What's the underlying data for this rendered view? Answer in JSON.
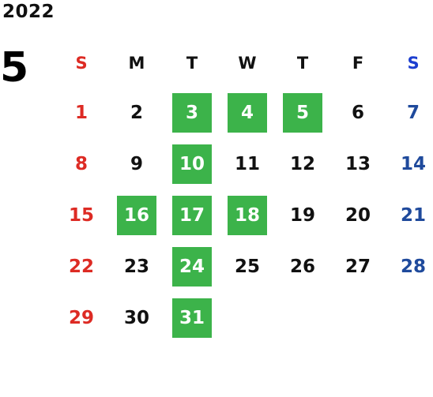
{
  "year": "2022",
  "month": "5",
  "weekdays": [
    "S",
    "M",
    "T",
    "W",
    "T",
    "F",
    "S"
  ],
  "highlight_color": "#3cb34a",
  "sunday_color": "#dd2b24",
  "saturday_color": "#1f4a9c",
  "weeks": [
    [
      {
        "d": "1"
      },
      {
        "d": "2"
      },
      {
        "d": "3",
        "hl": true
      },
      {
        "d": "4",
        "hl": true
      },
      {
        "d": "5",
        "hl": true
      },
      {
        "d": "6"
      },
      {
        "d": "7"
      }
    ],
    [
      {
        "d": "8"
      },
      {
        "d": "9"
      },
      {
        "d": "10",
        "hl": true
      },
      {
        "d": "11"
      },
      {
        "d": "12"
      },
      {
        "d": "13"
      },
      {
        "d": "14"
      }
    ],
    [
      {
        "d": "15"
      },
      {
        "d": "16",
        "hl": true
      },
      {
        "d": "17",
        "hl": true
      },
      {
        "d": "18",
        "hl": true
      },
      {
        "d": "19"
      },
      {
        "d": "20"
      },
      {
        "d": "21"
      }
    ],
    [
      {
        "d": "22"
      },
      {
        "d": "23"
      },
      {
        "d": "24",
        "hl": true
      },
      {
        "d": "25"
      },
      {
        "d": "26"
      },
      {
        "d": "27"
      },
      {
        "d": "28"
      }
    ],
    [
      {
        "d": "29"
      },
      {
        "d": "30"
      },
      {
        "d": "31",
        "hl": true
      },
      null,
      null,
      null,
      null
    ]
  ]
}
